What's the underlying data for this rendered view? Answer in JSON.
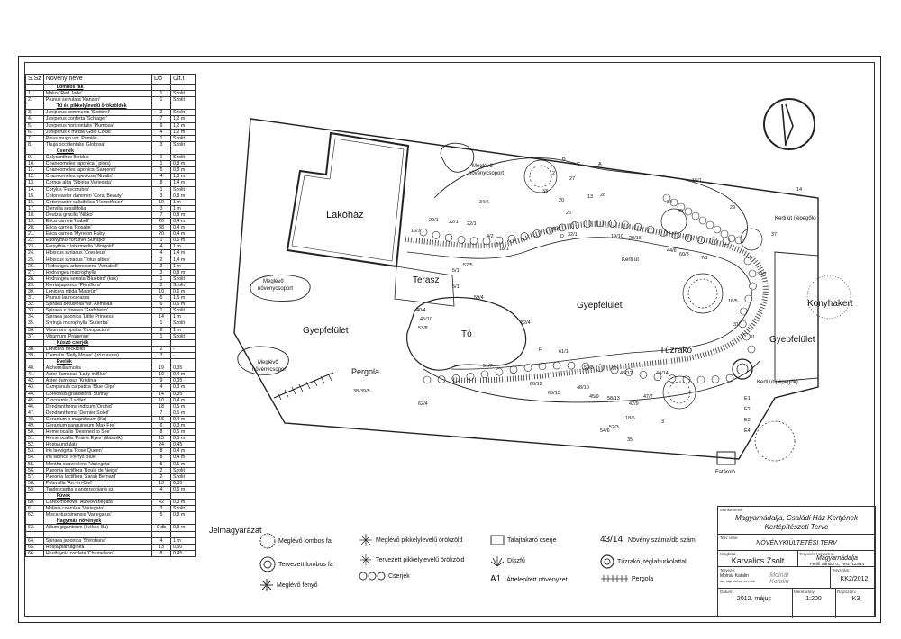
{
  "table": {
    "headers": [
      "S.Sz",
      "Növény neve",
      "Db",
      "Ült.t"
    ],
    "rows": [
      {
        "cat": "Lombos fák"
      },
      {
        "n": "1.",
        "name": "Malus 'Red Jade'",
        "db": "1",
        "u": "Szolit"
      },
      {
        "n": "2.",
        "name": "Prunus serrulata 'Kanzan'",
        "db": "1",
        "u": "Szolit"
      },
      {
        "cat": "Tű és pikkelylevelű örökzöldek"
      },
      {
        "n": "3.",
        "name": "Juniperus communis 'Sentinel'",
        "db": "2",
        "u": "Szolit"
      },
      {
        "n": "4.",
        "name": "Juniperus conferta 'Schlager'",
        "db": "7",
        "u": "1,2 m"
      },
      {
        "n": "5.",
        "name": "Juniperus horizontalis 'Plumosa'",
        "db": "9",
        "u": "1,2 m"
      },
      {
        "n": "6.",
        "name": "Juniperus x media 'Gold Coast'",
        "db": "4",
        "u": "1,2 m"
      },
      {
        "n": "7.",
        "name": "Pinus mugo var. Pumilio",
        "db": "1",
        "u": "Szolit"
      },
      {
        "n": "8.",
        "name": "Thuja occidentalis 'Globosa'",
        "db": "3",
        "u": "Szolit"
      },
      {
        "cat": "Cserjék"
      },
      {
        "n": "9.",
        "name": "Calycanthus floridus",
        "db": "1",
        "u": "Szolit"
      },
      {
        "n": "10.",
        "name": "Chaneomeles japonica ( piros)",
        "db": "1",
        "u": "0,8 m"
      },
      {
        "n": "11.",
        "name": "Chaneomeles japonica 'Sargentii'",
        "db": "5",
        "u": "0,8 m"
      },
      {
        "n": "12.",
        "name": "Chaneomeles speciosa 'Nivalis'",
        "db": "4",
        "u": "1,3 m"
      },
      {
        "n": "13.",
        "name": "Cornus alba 'Sibirica Variegata'",
        "db": "8",
        "u": "1,4 m"
      },
      {
        "n": "14.",
        "name": "Corylus 'Fuscorubra'",
        "db": "1",
        "u": "Szolit"
      },
      {
        "n": "15.",
        "name": "Cotoneaster dammeri 'Coral Beauty'",
        "db": "3",
        "u": "0,8 m"
      },
      {
        "n": "16.",
        "name": "Cotoneaster salicifolius 'Herbstfeuer'",
        "db": "19",
        "u": "1 m"
      },
      {
        "n": "17.",
        "name": "Diervilla sessilifolia",
        "db": "3",
        "u": "1 m"
      },
      {
        "n": "18.",
        "name": "Deutzia gracilis 'Nikko'",
        "db": "7",
        "u": "0,8 m"
      },
      {
        "n": "19.",
        "name": "Erica carnea 'Isabell'",
        "db": "20",
        "u": "0,4 m"
      },
      {
        "n": "20.",
        "name": "Erica carnea 'Rosalie'",
        "db": "38",
        "u": "0,4 m"
      },
      {
        "n": "21.",
        "name": "Erica carnea 'Myreton Ruby'",
        "db": "20",
        "u": "0,4 m"
      },
      {
        "n": "22.",
        "name": "Euonymus fortunei 'Sunspot'",
        "db": "1",
        "u": "0,6 m"
      },
      {
        "n": "23.",
        "name": "Forsythia x intermedia 'Minigold'",
        "db": "4",
        "u": "1 m"
      },
      {
        "n": "24.",
        "name": "Hibiscus syriacus 'Coeuleus'",
        "db": "4",
        "u": "1,4 m"
      },
      {
        "n": "25.",
        "name": "Hibiscus syriacus 'Totus albus'",
        "db": "2",
        "u": "1,4 m"
      },
      {
        "n": "26.",
        "name": "Hydrangea arborescens 'Annabell'",
        "db": "3",
        "u": "1 m"
      },
      {
        "n": "27.",
        "name": "Hydrangea macrophylla",
        "db": "3",
        "u": "0,8 m"
      },
      {
        "n": "28.",
        "name": "Hydrangea serrata 'Bluebird' (kék)",
        "db": "1",
        "u": "Szolit"
      },
      {
        "n": "29.",
        "name": "Kerria japonica 'Pleniflora'",
        "db": "2",
        "u": "Szolit"
      },
      {
        "n": "30.",
        "name": "Lonicera nitida 'Maigrün'",
        "db": "10",
        "u": "0,6 m"
      },
      {
        "n": "31.",
        "name": "Prunus laurocerasus",
        "db": "6",
        "u": "1,5 m"
      },
      {
        "n": "32.",
        "name": "Spiraea betulifolia var. Aemiliaa",
        "db": "6",
        "u": "0,6 m"
      },
      {
        "n": "33.",
        "name": "Spiraea x cinerea 'Grefsheim'",
        "db": "1",
        "u": "Szolit"
      },
      {
        "n": "34.",
        "name": "Spiraea japonica 'Little Princess'",
        "db": "14",
        "u": "1 m"
      },
      {
        "n": "35.",
        "name": "Syringa microphylla 'Superba'",
        "db": "1",
        "u": "Szolit"
      },
      {
        "n": "36.",
        "name": "Viburnum opulus 'Compactum'",
        "db": "8",
        "u": "1 m"
      },
      {
        "n": "37.",
        "name": "Viburnum 'Pragense'",
        "db": "1",
        "u": "Szolit"
      },
      {
        "cat": "Kúszó cserjék"
      },
      {
        "n": "38.",
        "name": "Lonicera heckrottii",
        "db": "2",
        "u": "-"
      },
      {
        "n": "39.",
        "name": "Clematis 'Nelly Moser' ( rózsaszín)",
        "db": "3",
        "u": "-"
      },
      {
        "cat": "Évelők"
      },
      {
        "n": "40.",
        "name": "Alchemilla mollis",
        "db": "19",
        "u": "0,35"
      },
      {
        "n": "41.",
        "name": "Aster dumosus 'Lady in Blue'",
        "db": "19",
        "u": "0,4 m"
      },
      {
        "n": "42.",
        "name": "Aster dumosus 'Kristina'",
        "db": "9",
        "u": "0,35"
      },
      {
        "n": "43.",
        "name": "Campanula carpatica 'Blue Clips'",
        "db": "4",
        "u": "0,3 m"
      },
      {
        "n": "44.",
        "name": "Coreopsis grandiflora 'Sunray'",
        "db": "14",
        "u": "0,35"
      },
      {
        "n": "45.",
        "name": "Crocosmia 'Lucifer'",
        "db": "10",
        "u": "0,4 m"
      },
      {
        "n": "46.",
        "name": "Dendranthema indicum 'Orchid'",
        "db": "18",
        "u": "0,5 m"
      },
      {
        "n": "47.",
        "name": "Dendranthema 'Dernier Soleil'",
        "db": "7",
        "u": "0,5 m"
      },
      {
        "n": "48.",
        "name": "Geranium x magnificum (lila)",
        "db": "16",
        "u": "0,4 m"
      },
      {
        "n": "49.",
        "name": "Geranium sanguineum 'Max Frei'",
        "db": "6",
        "u": "0,3 m"
      },
      {
        "n": "50.",
        "name": "Hemerocallis 'Destined to See'",
        "db": "8",
        "u": "0,5 m"
      },
      {
        "n": "51.",
        "name": "Hemerocallis 'Prairie Eyes' (lilásvék)",
        "db": "13",
        "u": "0,5 m"
      },
      {
        "n": "52.",
        "name": "Hosta undulata",
        "db": "24",
        "u": "0,45"
      },
      {
        "n": "53.",
        "name": "Iris laevigata 'Rose Queen'",
        "db": "8",
        "u": "0,4 m"
      },
      {
        "n": "54.",
        "name": "Iris sibirica 'Perrys Blue'",
        "db": "8",
        "u": "0,4 m"
      },
      {
        "n": "55.",
        "name": "Mentha suaveolens 'Variegata'",
        "db": "5",
        "u": "0,5 m"
      },
      {
        "n": "56.",
        "name": "Paeonia lactiflora 'Boule de Neige'",
        "db": "2",
        "u": "Szolit"
      },
      {
        "n": "57.",
        "name": "Paeonia lactiflora 'Sarah Bernard'",
        "db": "2",
        "u": "Szolit"
      },
      {
        "n": "58.",
        "name": "Potentilla 'Arc-en-Ciel'",
        "db": "13",
        "u": "0,35"
      },
      {
        "n": "59.",
        "name": "Tradescantia x andersoniana sz.",
        "db": "4",
        "u": "0,5 m"
      },
      {
        "cat": "Füvek"
      },
      {
        "n": "60.",
        "name": "Carex morrowii 'Aureovariegata'",
        "db": "42",
        "u": "0,3 m"
      },
      {
        "n": "61.",
        "name": "Molinia coerulea 'Variegata'",
        "db": "3",
        "u": "Szolit"
      },
      {
        "n": "62.",
        "name": "Miscantus sinensis 'Variegatus'",
        "db": "5",
        "u": "0,8 m"
      },
      {
        "cat": "Hagymás növények"
      },
      {
        "n": "63.",
        "name": "Allium giganteum ( kékes-lila)",
        "db": "9 db",
        "u": "0,3 m"
      },
      {
        "n": "",
        "name": "",
        "db": "",
        "u": ""
      },
      {
        "n": "64.",
        "name": "Spiraea japonica 'Shirobana'",
        "db": "4",
        "u": "1 m"
      },
      {
        "n": "65.",
        "name": "Hosta plantaginea",
        "db": "13",
        "u": "0,50"
      },
      {
        "n": "66.",
        "name": "Houttuynia cordata 'Chameleon'",
        "db": "8",
        "u": "0,45"
      }
    ]
  },
  "plan": {
    "labels": {
      "house": "Lakóház",
      "terrace": "Terasz",
      "pond": "Tó",
      "lawn1": "Gyepfelület",
      "lawn2": "Gyepfelület",
      "lawn3": "Gyepfelület",
      "fire": "Tűzrakó",
      "kitchen": "Konyhakert",
      "pergola": "Pergola",
      "shed": "Fatároló",
      "group1": "Meglévő",
      "group1b": "növénycsoport",
      "group2": "Meglévő",
      "group2b": "növénycsoport",
      "group3": "Meglévő",
      "group3b": "növénycsoport",
      "path1": "Kerti út",
      "path2": "Kerti út (lépegők)",
      "path3": "Kerti út (lépegők)"
    },
    "codes": [
      "16/7",
      "22/1",
      "22/1",
      "22/1",
      "4/2",
      "18/1",
      "34/6",
      "52/5",
      "5/1",
      "5/1",
      "59/4",
      "40/4",
      "45/10",
      "53/8",
      "52/4",
      "51/7",
      "61/1",
      "46/12",
      "60/12",
      "65/13",
      "62/4",
      "38-39/5",
      "32/1",
      "41/6",
      "19/10",
      "20/16",
      "15/1",
      "44/6",
      "30/7",
      "60/8",
      "7/1",
      "45/9",
      "48/10",
      "50/8",
      "42/9",
      "47/7",
      "58/13",
      "44/14",
      "16/5",
      "18/6",
      "52/3",
      "54/6",
      "31",
      "31",
      "33",
      "13",
      "35",
      "3",
      "24",
      "29",
      "37",
      "14",
      "12",
      "27",
      "25",
      "26",
      "28",
      "20",
      "D",
      "A",
      "B",
      "C",
      "F",
      "E1",
      "E2",
      "E3",
      "E4"
    ],
    "center_labels": [
      "2",
      "1",
      "1"
    ]
  },
  "legend": {
    "title": "Jelmagyarázat",
    "items": {
      "a": "Meglévő lombos fa",
      "b": "Tervezett lombos fa",
      "c": "Meglévő fenyő",
      "d": "Meglévő pikkelylevelű örökzöld",
      "e": "Tervezett pikkelylevelű örökzöld",
      "f": "Cserjék",
      "g": "Talajtakaró cserje",
      "h": "Díszfű",
      "i": "Áttelepített növényzet",
      "i_sym": "A1",
      "j": "Növény száma/db szám",
      "j_sym": "43/14",
      "k": "Tűzrakó, téglaburkolattal",
      "l": "Pergola"
    }
  },
  "titleblock": {
    "name_lab": "Munka neve:",
    "name": "Magyarnádalja, Családi Ház Kertjének",
    "name2": "Kertépítészeti Terve",
    "plan_lab": "Terv címe:",
    "plan": "NÖVÉNYKIÜLTETÉSI TERV",
    "client_lab": "Megbízó:",
    "client": "Karvalics Zsolt",
    "site_lab": "Tervezés helyszíne:",
    "site": "Magyarnádalja",
    "site2": "Petőfi Sándor u., Hrsz: 123/14",
    "designer_lab": "Tervező:",
    "designer": "Molnár Katalin",
    "designer2": "okl. tájépítész mérnök",
    "sign": "Molnár Katalin",
    "number_lab": "Tervszám:",
    "number": "KK2/2012",
    "date_lab": "Dátum:",
    "date": "2012. május",
    "scale_lab": "Méretarány:",
    "scale": "1:200",
    "sheet_lab": "Rajzszám:",
    "sheet": "K3"
  }
}
